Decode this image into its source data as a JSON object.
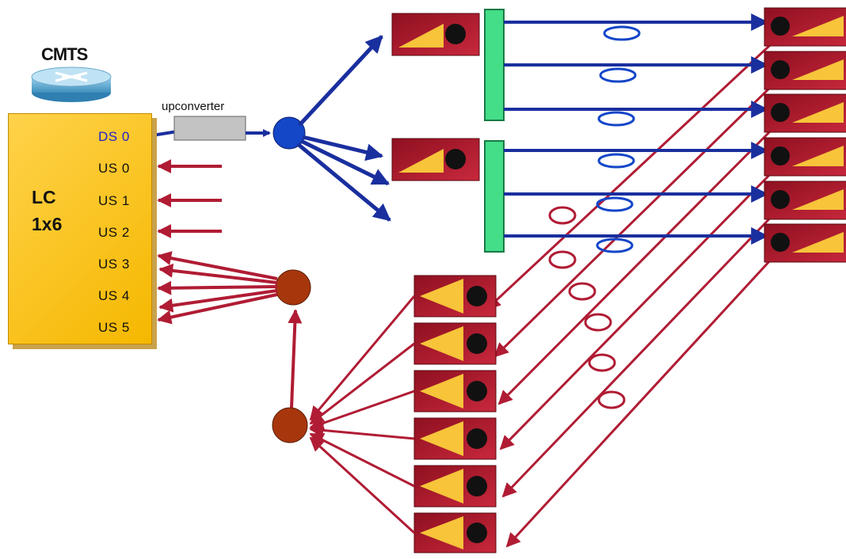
{
  "cmts": {
    "label": "CMTS"
  },
  "linecard": {
    "title_line1": "LC",
    "title_line2": "1x6",
    "ports": [
      "DS 0",
      "US 0",
      "US 1",
      "US 2",
      "US 3",
      "US 4",
      "US 5"
    ]
  },
  "upconverter": {
    "label": "upconverter"
  },
  "colors": {
    "downstream": "#1a2f9e",
    "upstream": "#b01c34",
    "linecard": "#f5b800",
    "combiner": "#44dd88",
    "splitter_ds": "#1446c8",
    "splitter_us": "#a8360c"
  },
  "icons": [
    "router-icon",
    "upconverter-icon",
    "splitter-icon",
    "combiner-icon",
    "fiber-node-icon",
    "coil-icon"
  ]
}
